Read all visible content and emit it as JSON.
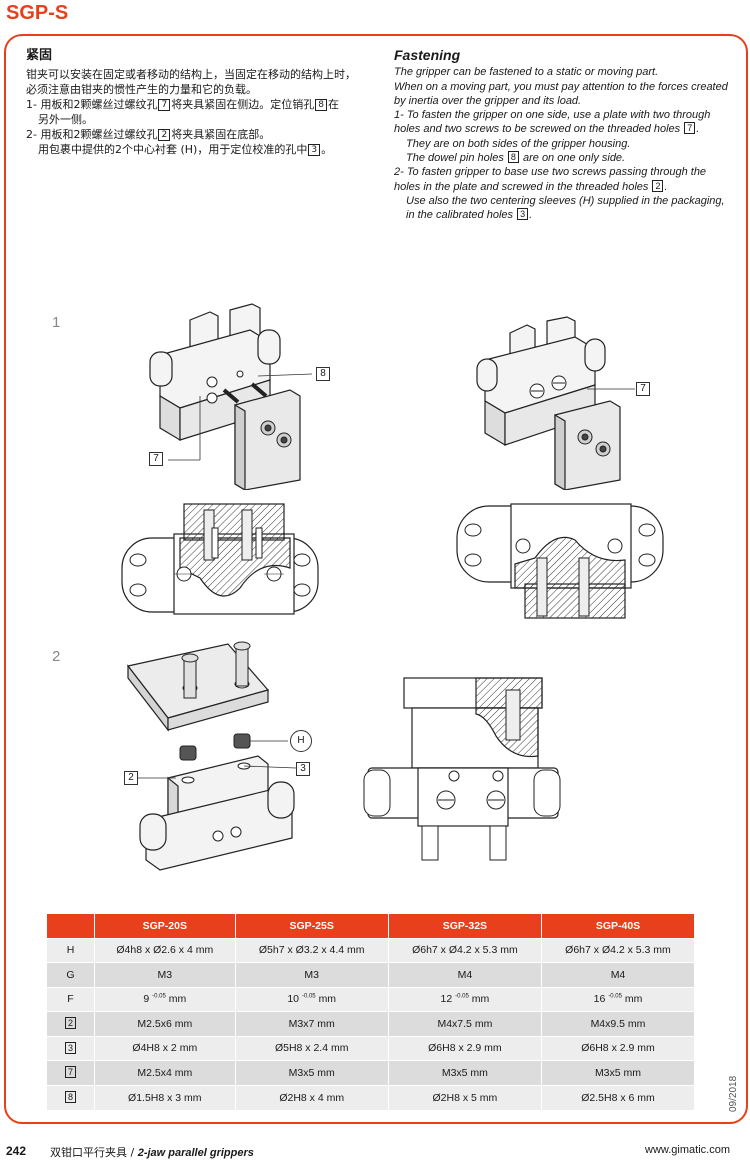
{
  "product": "SGP-S",
  "cn": {
    "heading": "紧固",
    "p1": "钳夹可以安装在固定或者移动的结构上，当固定在移动的结构上时，必须注意由钳夹的惯性产生的力量和它的负载。",
    "item1_a": "1- 用板和2颗螺丝过螺纹孔",
    "item1_b": "将夹具紧固在侧边。定位销孔",
    "item1_c": "在",
    "item1_d": "另外一侧。",
    "item2_a": "2- 用板和2颗螺丝过螺纹孔",
    "item2_b": "将夹具紧固在底部。",
    "item2_c": "用包裹中提供的2个中心衬套 (H)，用于定位校准的孔中",
    "item2_d": "。"
  },
  "en": {
    "heading": "Fastening",
    "p1": "The gripper can be fastened to a static or moving part.",
    "p2": "When on a moving part, you must pay attention to the forces created by inertia over the gripper and its load.",
    "item1_a": "1- To fasten the gripper on one side, use a plate with two through holes and two screws to be screwed on the threaded holes",
    "item1_b": ".",
    "item1_c": "They are on both sides of the gripper housing.",
    "item1_d": "The dowel pin holes",
    "item1_e": "are on one only side.",
    "item2_a": "2- To fasten gripper to base use two screws passing through the holes in the plate and screwed in the threaded holes",
    "item2_b": ".",
    "item2_c": "Use also the two centering sleeves (H) supplied in the packaging, in the calibrated holes",
    "item2_d": "."
  },
  "refs": {
    "r7": "7",
    "r8": "8",
    "r2": "2",
    "r3": "3",
    "rH": "H"
  },
  "figures": {
    "fig1": "1",
    "fig2": "2"
  },
  "table": {
    "headers": [
      "SGP-20S",
      "SGP-25S",
      "SGP-32S",
      "SGP-40S"
    ],
    "rows": [
      {
        "label": "H",
        "boxed": false,
        "cells": [
          "Ø4h8 x Ø2.6 x 4 mm",
          "Ø5h7 x Ø3.2 x 4.4 mm",
          "Ø6h7 x Ø4.2 x 5.3 mm",
          "Ø6h7 x Ø4.2 x 5.3 mm"
        ]
      },
      {
        "label": "G",
        "boxed": false,
        "cells": [
          "M3",
          "M3",
          "M4",
          "M4"
        ]
      },
      {
        "label": "F",
        "boxed": false,
        "cells": [
          "9",
          "10",
          "12",
          "16"
        ],
        "tol": "-0.05",
        "unit": "mm"
      },
      {
        "label": "2",
        "boxed": true,
        "cells": [
          "M2.5x6 mm",
          "M3x7 mm",
          "M4x7.5 mm",
          "M4x9.5 mm"
        ]
      },
      {
        "label": "3",
        "boxed": true,
        "cells": [
          "Ø4H8 x 2 mm",
          "Ø5H8 x 2.4 mm",
          "Ø6H8 x 2.9 mm",
          "Ø6H8 x 2.9 mm"
        ]
      },
      {
        "label": "7",
        "boxed": true,
        "cells": [
          "M2.5x4 mm",
          "M3x5 mm",
          "M3x5 mm",
          "M3x5 mm"
        ]
      },
      {
        "label": "8",
        "boxed": true,
        "cells": [
          "Ø1.5H8 x 3 mm",
          "Ø2H8 x 4 mm",
          "Ø2H8 x 5 mm",
          "Ø2.5H8 x 6 mm"
        ]
      }
    ]
  },
  "footer": {
    "page": "242",
    "cn": "双钳口平行夹具 /",
    "en": "2-jaw parallel grippers",
    "url": "www.gimatic.com",
    "date": "09/2018"
  },
  "colors": {
    "accent": "#e8401c"
  }
}
